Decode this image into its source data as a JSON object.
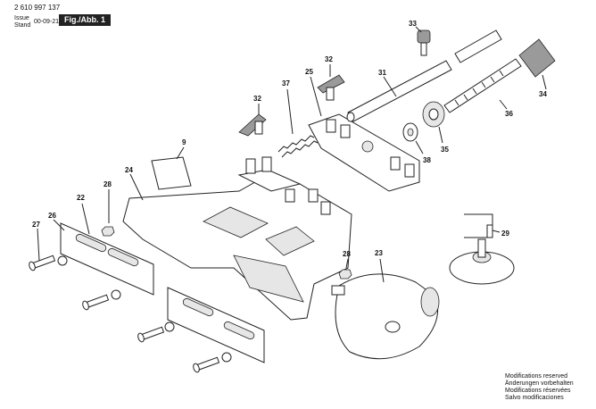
{
  "header": {
    "part_number": "2 610 997 137",
    "issue_label": "Issue",
    "stand_label": "Stand",
    "date": "00-09-21",
    "figure_label": "Fig./Abb. 1"
  },
  "callouts": {
    "c9": "9",
    "c22": "22",
    "c23": "23",
    "c24": "24",
    "c25": "25",
    "c26": "26",
    "c27": "27",
    "c28a": "28",
    "c28b": "28",
    "c29": "29",
    "c31": "31",
    "c32a": "32",
    "c32b": "32",
    "c33": "33",
    "c34": "34",
    "c35": "35",
    "c36": "36",
    "c37": "37",
    "c38": "38"
  },
  "footer": {
    "lines": [
      "Modifications reserved",
      "Änderungen vorbehalten",
      "Modifications réservées",
      "Salvo modificaciones"
    ]
  }
}
